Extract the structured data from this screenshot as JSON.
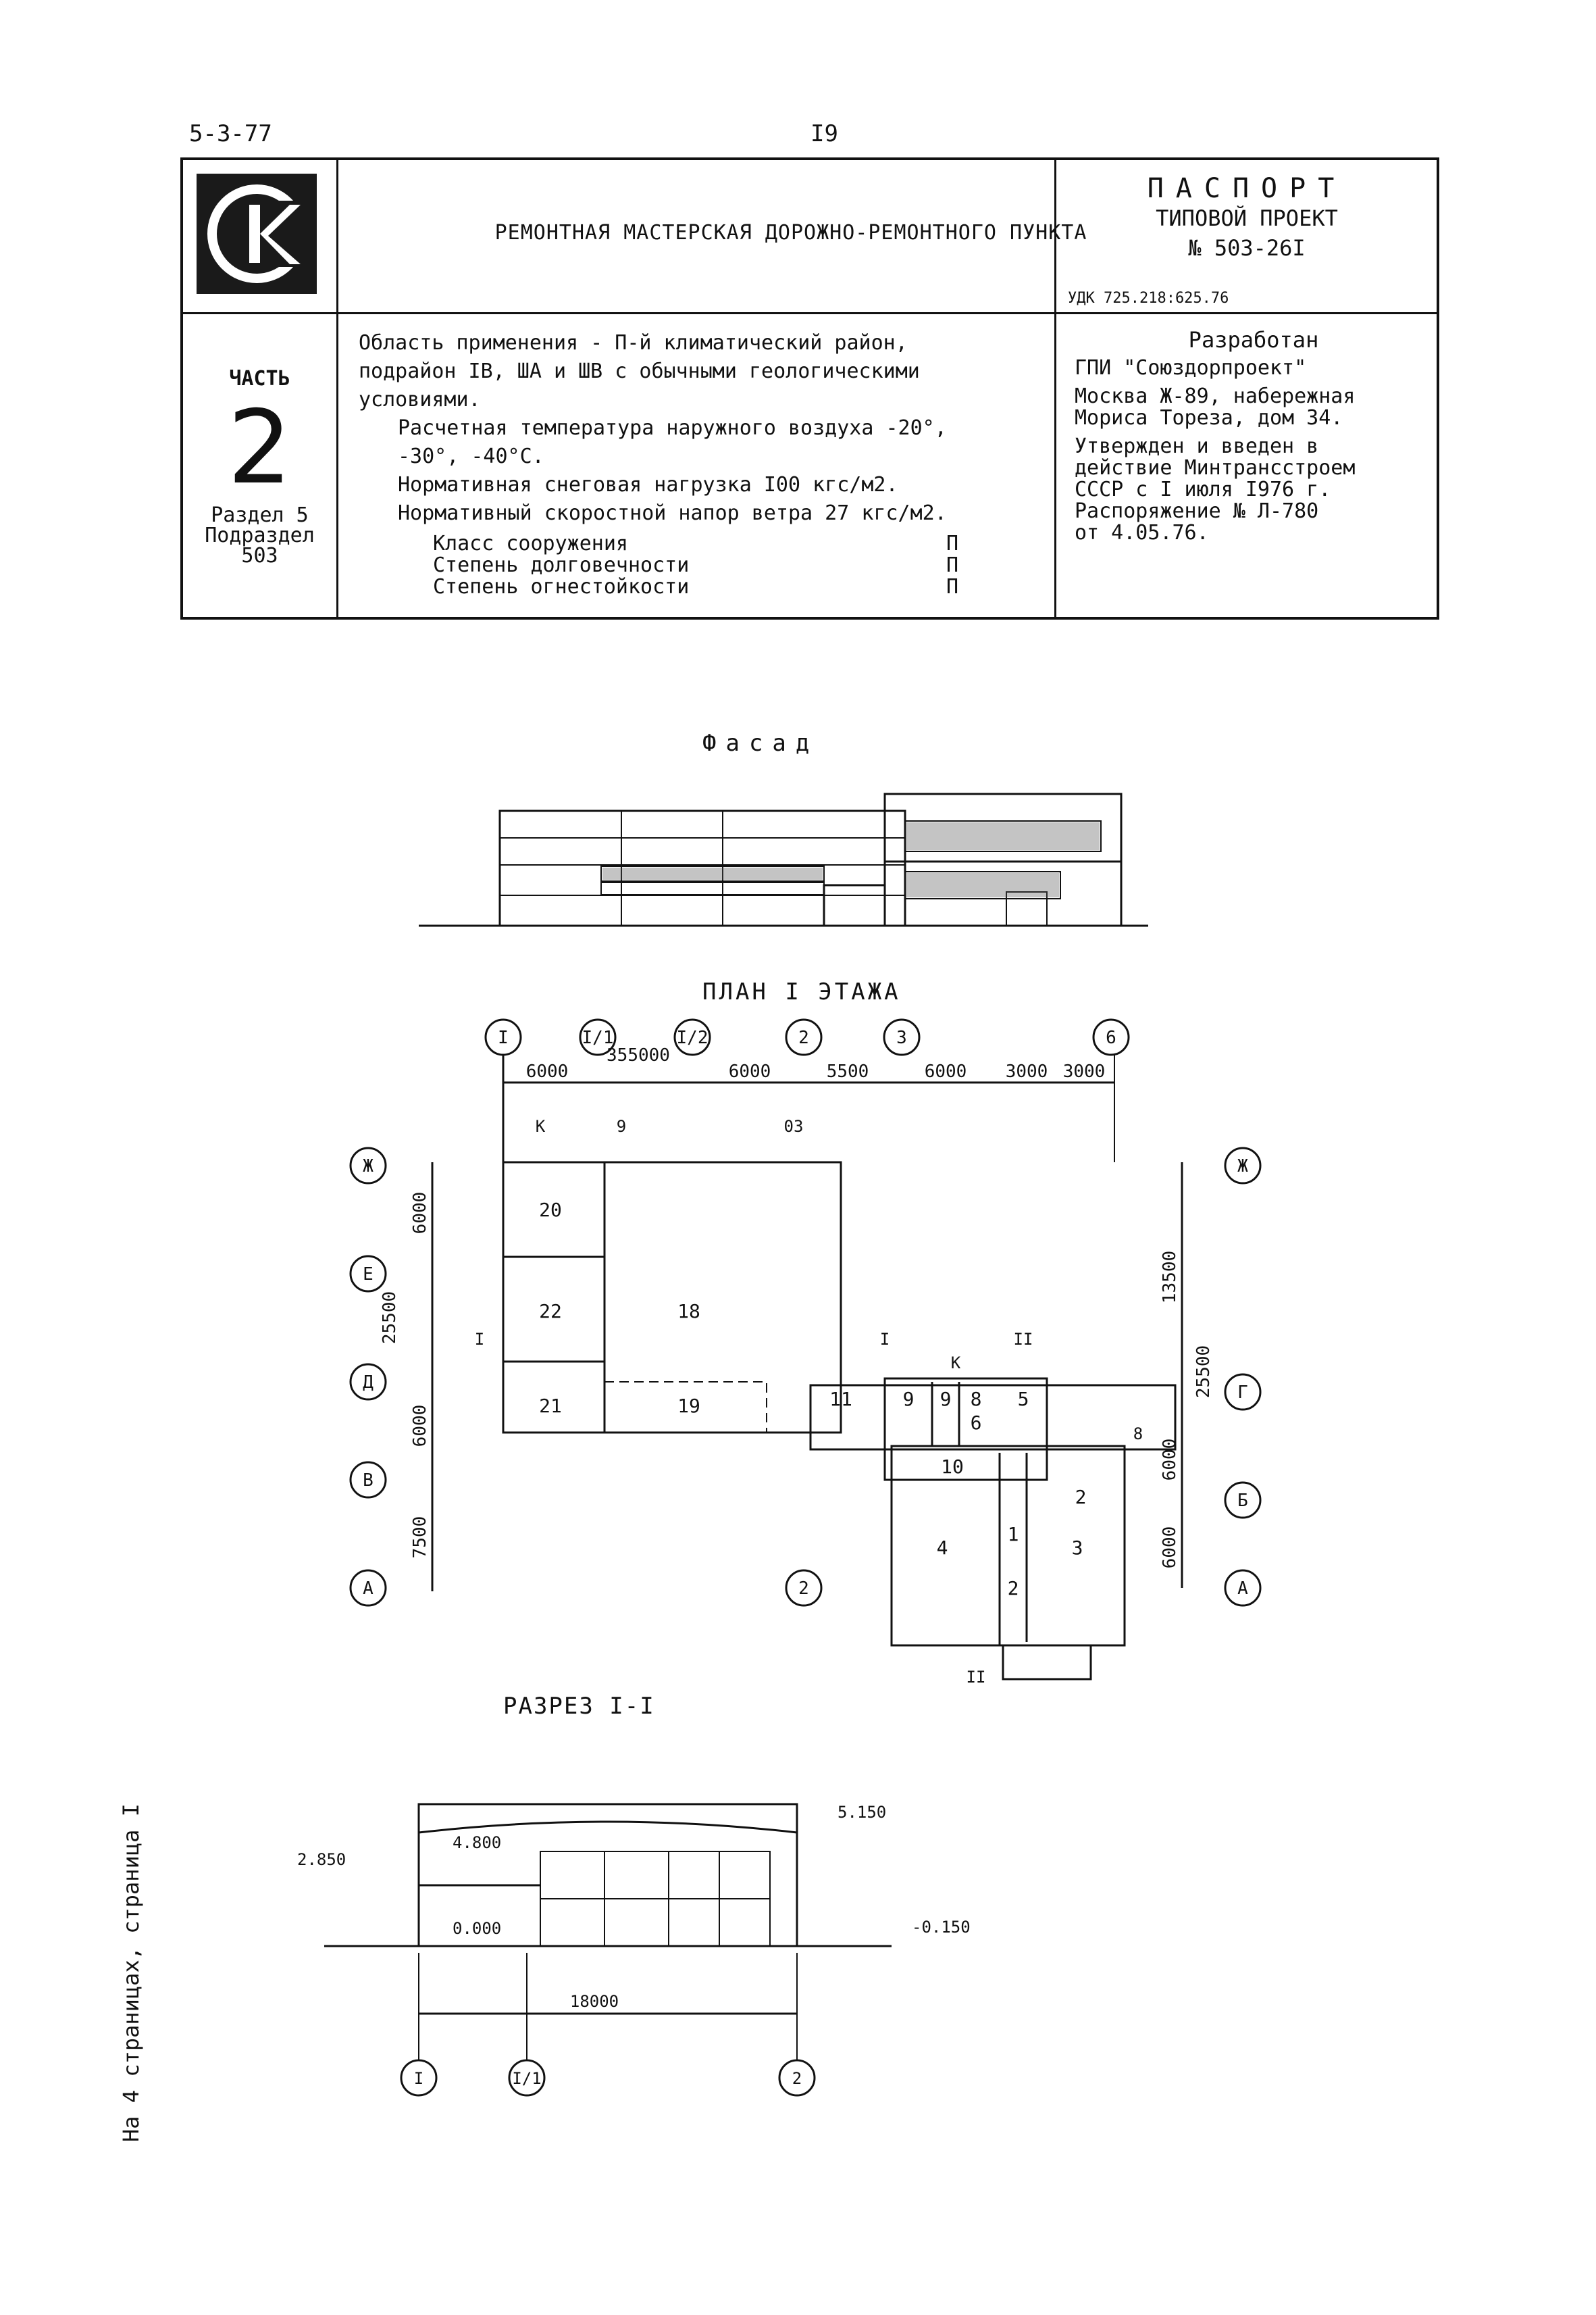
{
  "header": {
    "doc_code": "5-3-77",
    "page_number": "I9"
  },
  "passport": {
    "building_title": "РЕМОНТНАЯ МАСТЕРСКАЯ ДОРОЖНО-РЕМОНТНОГО ПУНКТА",
    "heading": "ПАСПОРТ",
    "type": "ТИПОВОЙ ПРОЕКТ",
    "project_number": "№ 503-26I",
    "udk": "УДК 725.218:625.76",
    "part_label": "ЧАСТЬ",
    "part_number": "2",
    "section": "Раздел 5",
    "subsection_label": "Подраздел",
    "subsection_number": "503"
  },
  "scope": {
    "line1": "Область применения - П-й климатический район,",
    "line2": "подрайон IВ, ШA и ШВ с обычными геологическими",
    "line3": "условиями.",
    "temp1": "Расчетная температура наружного воздуха -20°,",
    "temp2": "-30°, -40°С.",
    "snow": "Нормативная снеговая нагрузка I00 кгс/м2.",
    "wind": "Нормативный скоростной напор ветра 27 кгс/м2.",
    "class_label": "Класс сооружения",
    "class_value": "П",
    "durability_label": "Степень долговечности",
    "durability_value": "П",
    "fire_label": "Степень огнестойкости",
    "fire_value": "П"
  },
  "developer": {
    "heading": "Разработан",
    "org": "ГПИ \"Союздорпроект\"",
    "address1": "Москва Ж-89, набережная",
    "address2": "Мориса Тореза, дом 34.",
    "approved1": "Утвержден и введен в",
    "approved2": "действие Минтрансстроем",
    "approved3": "СССР с I июля I976 г.",
    "approved4": "Распоряжение № Л-780",
    "approved5": "от 4.05.76."
  },
  "drawings": {
    "facade_title": "Фасад",
    "plan_title": "ПЛАН I ЭТАЖА",
    "section_title": "РАЗРЕЗ I-I",
    "plan_axes_top": [
      "I",
      "I/1",
      "I/2",
      "2",
      "3",
      "6"
    ],
    "plan_dims_top": [
      "6000",
      "6000",
      "5500",
      "6000",
      "3000",
      "3000"
    ],
    "plan_overall_top": "355000",
    "plan_axes_left": [
      "Ж",
      "Е",
      "Д",
      "В",
      "А"
    ],
    "plan_dims_left": [
      "6000",
      "25500",
      "6000",
      "7500"
    ],
    "plan_axes_right": [
      "Ж",
      "Г",
      "Б",
      "А"
    ],
    "plan_dims_right": [
      "13500",
      "25500",
      "6000",
      "6000"
    ],
    "room_numbers": [
      "20",
      "22",
      "21",
      "18",
      "19",
      "11",
      "9",
      "9",
      "8",
      "6",
      "5",
      "10",
      "4",
      "1",
      "2",
      "2",
      "3"
    ],
    "plan_marks": [
      "К",
      "9",
      "03",
      "К",
      "I",
      "I",
      "II",
      "II",
      "8"
    ],
    "axis_bottom": "2",
    "section_levels": [
      "5.150",
      "4.800",
      "2.850",
      "0.000",
      "-0.150"
    ],
    "section_dim": "18000",
    "section_axes": [
      "I",
      "I/1",
      "2"
    ]
  },
  "side_note": "На 4 страницах, страница I"
}
